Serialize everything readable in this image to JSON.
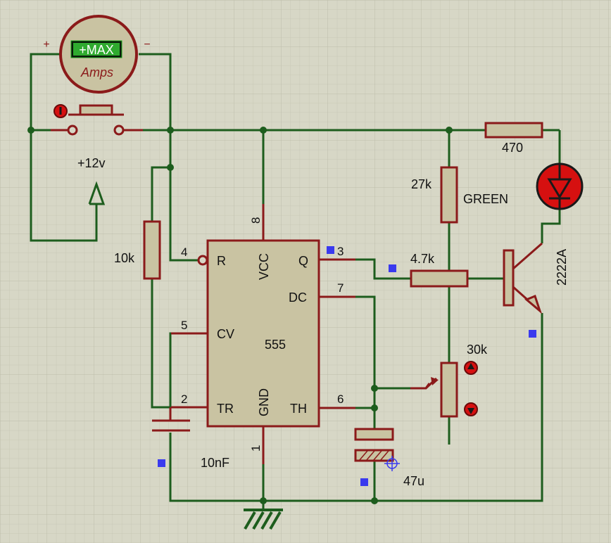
{
  "colors": {
    "background": "#d7d7c6",
    "grid_minor": "#c8c8b6",
    "grid_major": "#bcbcaa",
    "wire": "#1d5d1d",
    "component": "#8b1a1a",
    "body_fill": "#c9c3a2",
    "marker": "#3a3aee",
    "led_fill": "#d61010"
  },
  "ammeter": {
    "display": "+MAX",
    "unit": "Amps",
    "plus": "+",
    "minus": "−"
  },
  "supply": {
    "label": "+12v"
  },
  "ic": {
    "name": "555",
    "pins": {
      "r": "R",
      "vcc": "VCC",
      "q": "Q",
      "dc": "DC",
      "cv": "CV",
      "tr": "TR",
      "gnd": "GND",
      "th": "TH"
    },
    "pin_numbers": {
      "p4": "4",
      "p8": "8",
      "p3": "3",
      "p7": "7",
      "p5": "5",
      "p2": "2",
      "p6": "6",
      "p1": "1"
    }
  },
  "components": {
    "r_470": "470",
    "r_27k": "27k",
    "led": "GREEN",
    "r_47k": "4.7k",
    "transistor": "2222A",
    "pot_30k": "30k",
    "r_10k": "10k",
    "c_10nf": "10nF",
    "c_47u": "47u"
  }
}
